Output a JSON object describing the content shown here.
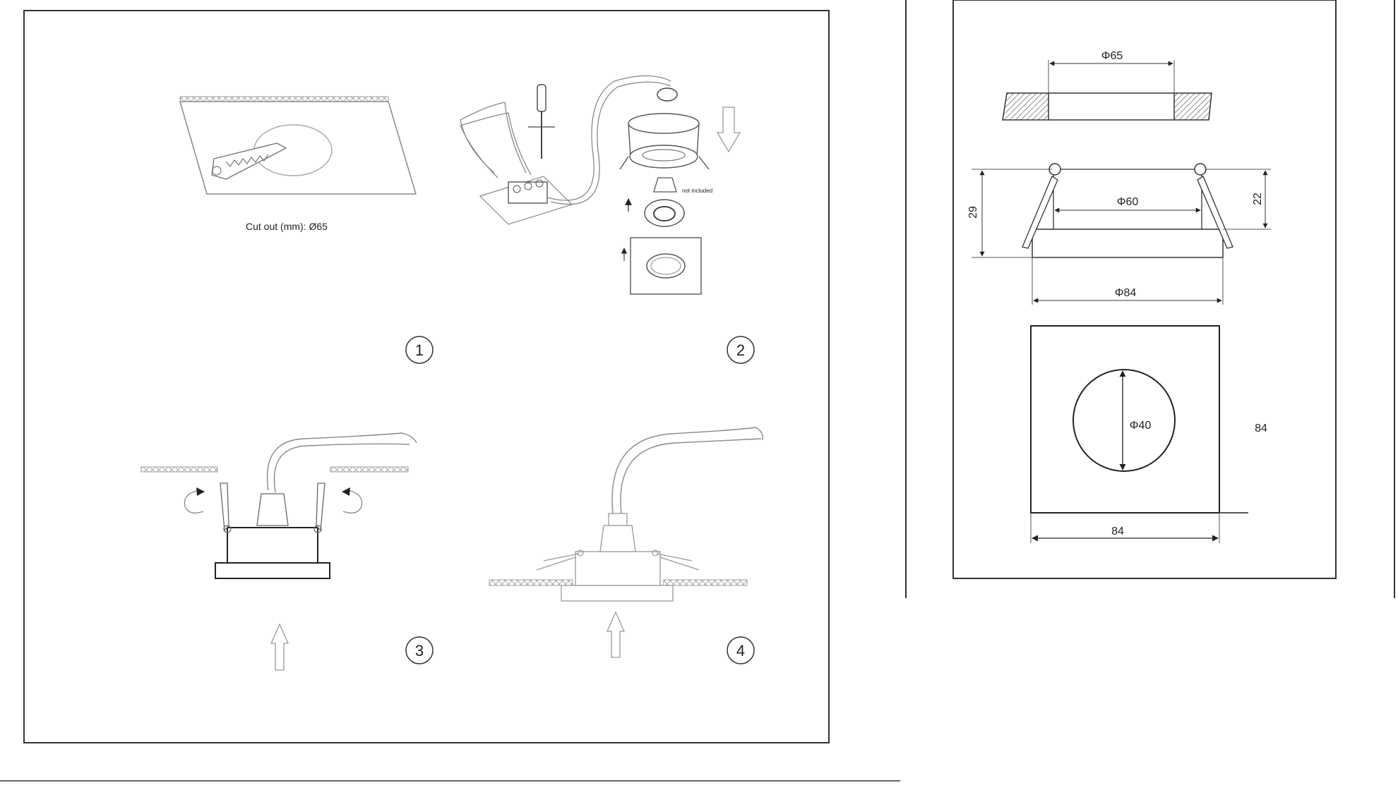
{
  "steps": {
    "cutout_label": "Cut out (mm): Ø65",
    "not_included_label": "not included",
    "step1": "1",
    "step2": "2",
    "step3": "3",
    "step4": "4"
  },
  "dimensions": {
    "cutout_diameter": "Φ65",
    "inner_diameter": "Φ60",
    "outer_diameter": "Φ84",
    "lens_diameter": "Φ40",
    "total_height": "29",
    "spring_height": "22",
    "plate_width": "84",
    "plate_height": "84"
  }
}
